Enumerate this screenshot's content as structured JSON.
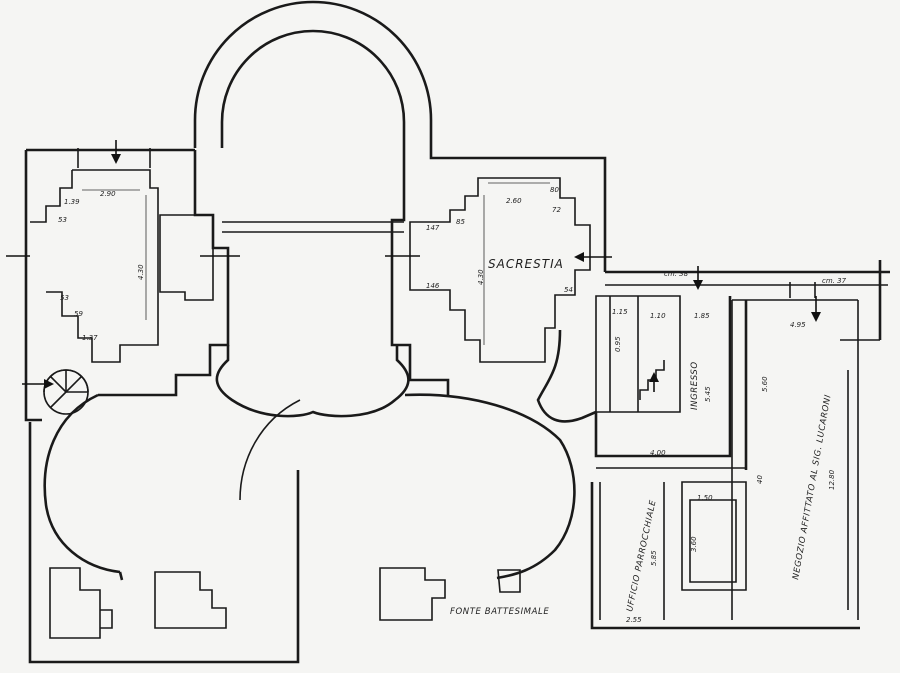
{
  "plan": {
    "rooms": {
      "sacrestia": "SACRESTIA",
      "ingresso": "INGRESSO",
      "ufficio": "UFFICIO PARROCCHIALE",
      "negozio": "NEGOZIO AFFITTATO AL SIG. LUCARONI",
      "fonte": "FONTE BATTESIMALE"
    },
    "dimensions": {
      "w_290": "2.90",
      "h_430": "4.30",
      "d_139": "1.39",
      "d_53a": "53",
      "d_53b": "53",
      "d_59": "59",
      "d_137": "1.37",
      "w_260": "2.60",
      "d_80": "80",
      "d_72": "72",
      "h_430b": "4.30",
      "d_147": "147",
      "d_85": "85",
      "d_146": "146",
      "d_54": "54",
      "d_cm38": "cm. 38",
      "d_cm37": "cm. 37",
      "d_115": "1.15",
      "d_110": "1.10",
      "d_185": "1.85",
      "d_495": "4.95",
      "d_095": "0.95",
      "d_545": "5.45",
      "d_560": "5.60",
      "d_400": "4.00",
      "d_40": "40",
      "d_1280": "12.80",
      "d_150": "1.50",
      "d_360": "3.60",
      "d_585": "5.85",
      "d_255": "2.55"
    }
  }
}
